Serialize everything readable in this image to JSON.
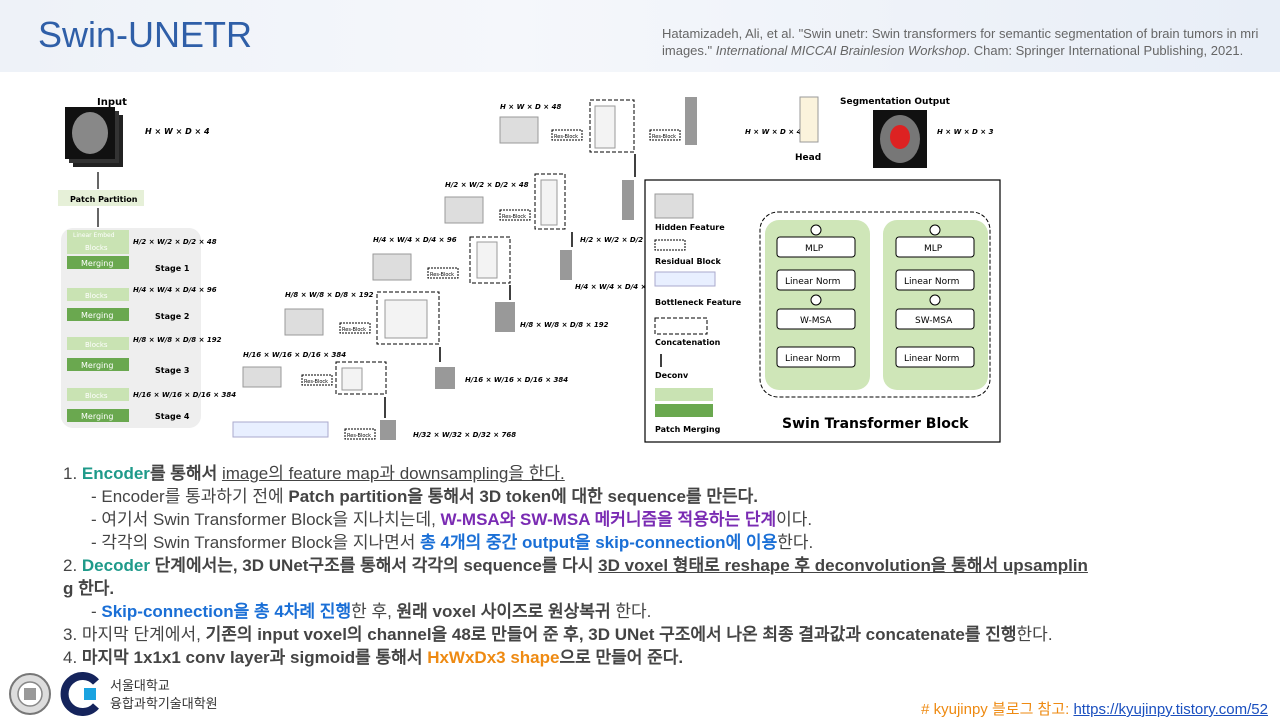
{
  "header": {
    "title": "Swin-UNETR",
    "citation_plain": "Hatamizadeh, Ali, et al. \"Swin unetr: Swin transformers for semantic segmentation of brain tumors in mri images.\"",
    "citation_journal": "International MICCAI Brainlesion Workshop",
    "citation_tail": ". Cham: Springer International Publishing, 2021."
  },
  "diagram": {
    "input_label": "Input",
    "input_dims": "H × W × D × 4",
    "patch_partition": "Patch Partition",
    "linear_embed": "Linear Embed",
    "blocks": "Blocks",
    "merging": "Merging",
    "stages": [
      "Stage 1",
      "Stage 2",
      "Stage 3",
      "Stage 4"
    ],
    "stage_dims": [
      "H/2 × W/2 × D/2 × 48",
      "H/4 × W/4 × D/4 × 96",
      "H/8 × W/8 × D/8 × 192",
      "H/16 × W/16 × D/16 × 384",
      "H/32 × W/32 × D/32 × 768"
    ],
    "res_block": "Res-Block",
    "top_dims": "H × W × D × 48",
    "head": "Head",
    "seg_output": "Segmentation Output",
    "seg_dims": "H × W × D × 3",
    "legend": {
      "hidden": "Hidden Feature",
      "residual": "Residual Block",
      "bottleneck": "Bottleneck Feature",
      "concat": "Concatenation",
      "deconv": "Deconv",
      "patch_merging": "Patch Merging"
    },
    "swin": {
      "mlp": "MLP",
      "linear_norm": "Linear Norm",
      "wmsa": "W-MSA",
      "swmsa": "SW-MSA",
      "title": "Swin Transformer Block"
    }
  },
  "body": {
    "l1_num": "1. ",
    "l1_a": "Encoder",
    "l1_b": "를 통해서 ",
    "l1_c": "image의 feature map과 downsampling을 한다.",
    "l1a_a": "- Encoder를 통과하기 전에 ",
    "l1a_b": "Patch partition을 통해서 3D token에 대한 sequence를 만든다.",
    "l1b_a": "- 여기서 Swin Transformer Block을 지나치는데, ",
    "l1b_b": "W-MSA와 SW-MSA 메커니즘을 적용하는 단계",
    "l1b_c": "이다.",
    "l1c_a": "- 각각의 Swin Transformer Block을 지나면서 ",
    "l1c_b": "총 4개의 중간 output을 skip-connection에 이용",
    "l1c_c": "한다.",
    "l2_num": "2. ",
    "l2_a": "Decoder",
    "l2_b": " 단계에서는, 3D UNet구조를 통해서 각각의 sequence를 다시 ",
    "l2_c": "3D voxel 형태로 reshape 후 deconvolution을 통해서 upsamplin",
    "l2_d": "g",
    "l2_e": " 한다.",
    "l2a_a": "- ",
    "l2a_b": "Skip-connection을 총 4차례 진행",
    "l2a_c": "한 후, ",
    "l2a_d": "원래 voxel 사이즈로 원상복귀",
    "l2a_e": " 한다.",
    "l3_a": "3. 마지막 단계에서, ",
    "l3_b": "기존의 input voxel의 channel을 48로 만들어 준 후, 3D UNet 구조에서 나온 최종 결과값과  concatenate를 진행",
    "l3_c": "한다.",
    "l4_a": "4.  ",
    "l4_b": "마지막 1x1x1 conv layer과 sigmoid를 통해서 ",
    "l4_c": "HxWxDx3 shape",
    "l4_d": "으로 만들어 준다."
  },
  "footer": {
    "uni_line1": "서울대학교",
    "uni_line2": "융합과학기술대학원",
    "ref_prefix": "# kyujinpy 블로그 참고: ",
    "ref_url": "https://kyujinpy.tistory.com/52"
  },
  "colors": {
    "title": "#2f5fa8",
    "green": "#1f9a8a",
    "purple": "#7a2bb3",
    "blue": "#1a6fd6",
    "orange": "#ee8a12",
    "swin_green": "#cfe6b8"
  }
}
